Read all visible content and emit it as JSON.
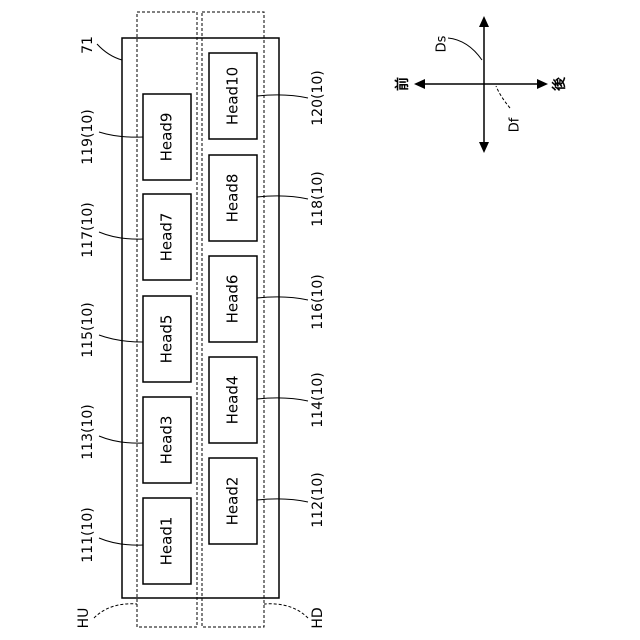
{
  "figure": {
    "unit_ref": "71",
    "upstream_label": "HU",
    "downstream_label": "HD",
    "heads_row_upstream": [
      {
        "label": "Head9",
        "ref": "119(10)"
      },
      {
        "label": "Head7",
        "ref": "117(10)"
      },
      {
        "label": "Head5",
        "ref": "115(10)"
      },
      {
        "label": "Head3",
        "ref": "113(10)"
      },
      {
        "label": "Head1",
        "ref": "111(10)"
      }
    ],
    "heads_row_downstream": [
      {
        "label": "Head10",
        "ref": "120(10)"
      },
      {
        "label": "Head8",
        "ref": "118(10)"
      },
      {
        "label": "Head6",
        "ref": "116(10)"
      },
      {
        "label": "Head4",
        "ref": "114(10)"
      },
      {
        "label": "Head2",
        "ref": "112(10)"
      }
    ],
    "direction": {
      "front": "前",
      "rear": "後",
      "ds": "Ds",
      "df": "Df"
    }
  }
}
